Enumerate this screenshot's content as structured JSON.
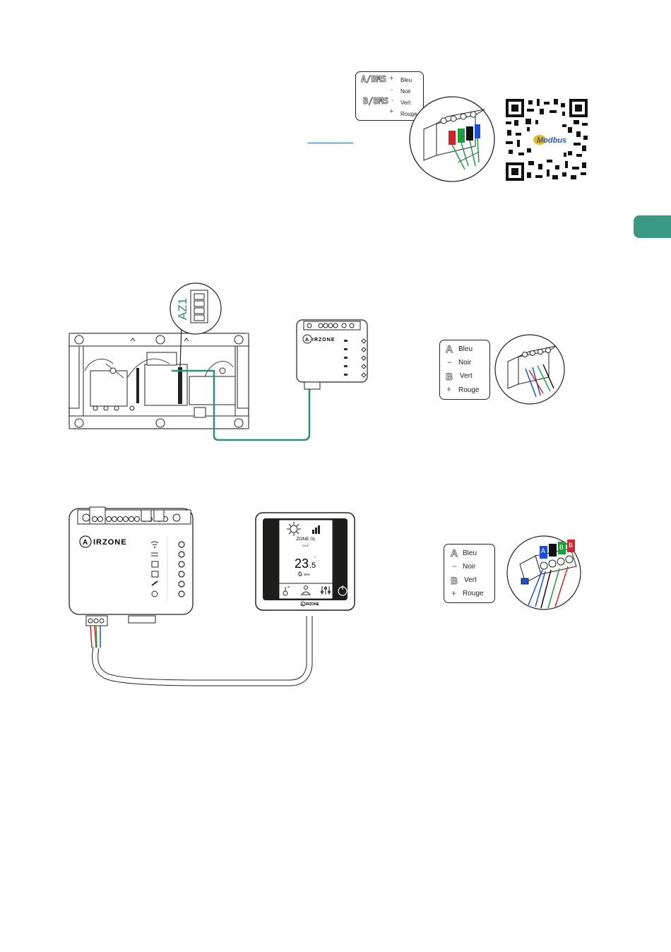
{
  "legend_top": {
    "rows": [
      {
        "terminal": "A/BMS",
        "sign": "+",
        "label": "Bleu"
      },
      {
        "terminal": "",
        "sign": "-",
        "label": "Noir"
      },
      {
        "terminal": "B/BMS",
        "sign": "-",
        "label": "Vert"
      },
      {
        "terminal": "",
        "sign": "+",
        "label": "Rouge"
      }
    ]
  },
  "qr": {
    "logo_text": "Modbus"
  },
  "diagram_az1": {
    "connector_label": "AZ1",
    "gateway_brand": "IRZONE"
  },
  "legend_mid": {
    "rows": [
      {
        "symbol": "A",
        "label": "Bleu"
      },
      {
        "symbol": "−",
        "label": "Noir"
      },
      {
        "symbol": "B",
        "label": "Vert"
      },
      {
        "symbol": "+",
        "label": "Rouge"
      }
    ]
  },
  "diagram_thermostat": {
    "gateway_brand": "IRZONE",
    "zone_name": "ZONE 01",
    "setpoint": "23.5°",
    "temp_main": "23",
    "temp_decimal": ".5",
    "temp_unit": "°",
    "humidity": "30%",
    "thermostat_brand": "IRZONE"
  },
  "legend_bottom": {
    "rows": [
      {
        "symbol": "A",
        "label": "Bleu"
      },
      {
        "symbol": "−",
        "label": "Noir"
      },
      {
        "symbol": "B",
        "label": "Vert"
      },
      {
        "symbol": "+",
        "label": "Rouge"
      }
    ],
    "terminal_labels": [
      "A",
      "B",
      "B"
    ]
  },
  "colors": {
    "accent": "#3a9a86",
    "wire_blue": "#1c4fd6",
    "wire_black": "#111111",
    "wire_green": "#1e9d3b",
    "wire_red": "#d2232a",
    "cable_teal": "#2a8f7a",
    "link_blue": "#1d6fb8"
  }
}
